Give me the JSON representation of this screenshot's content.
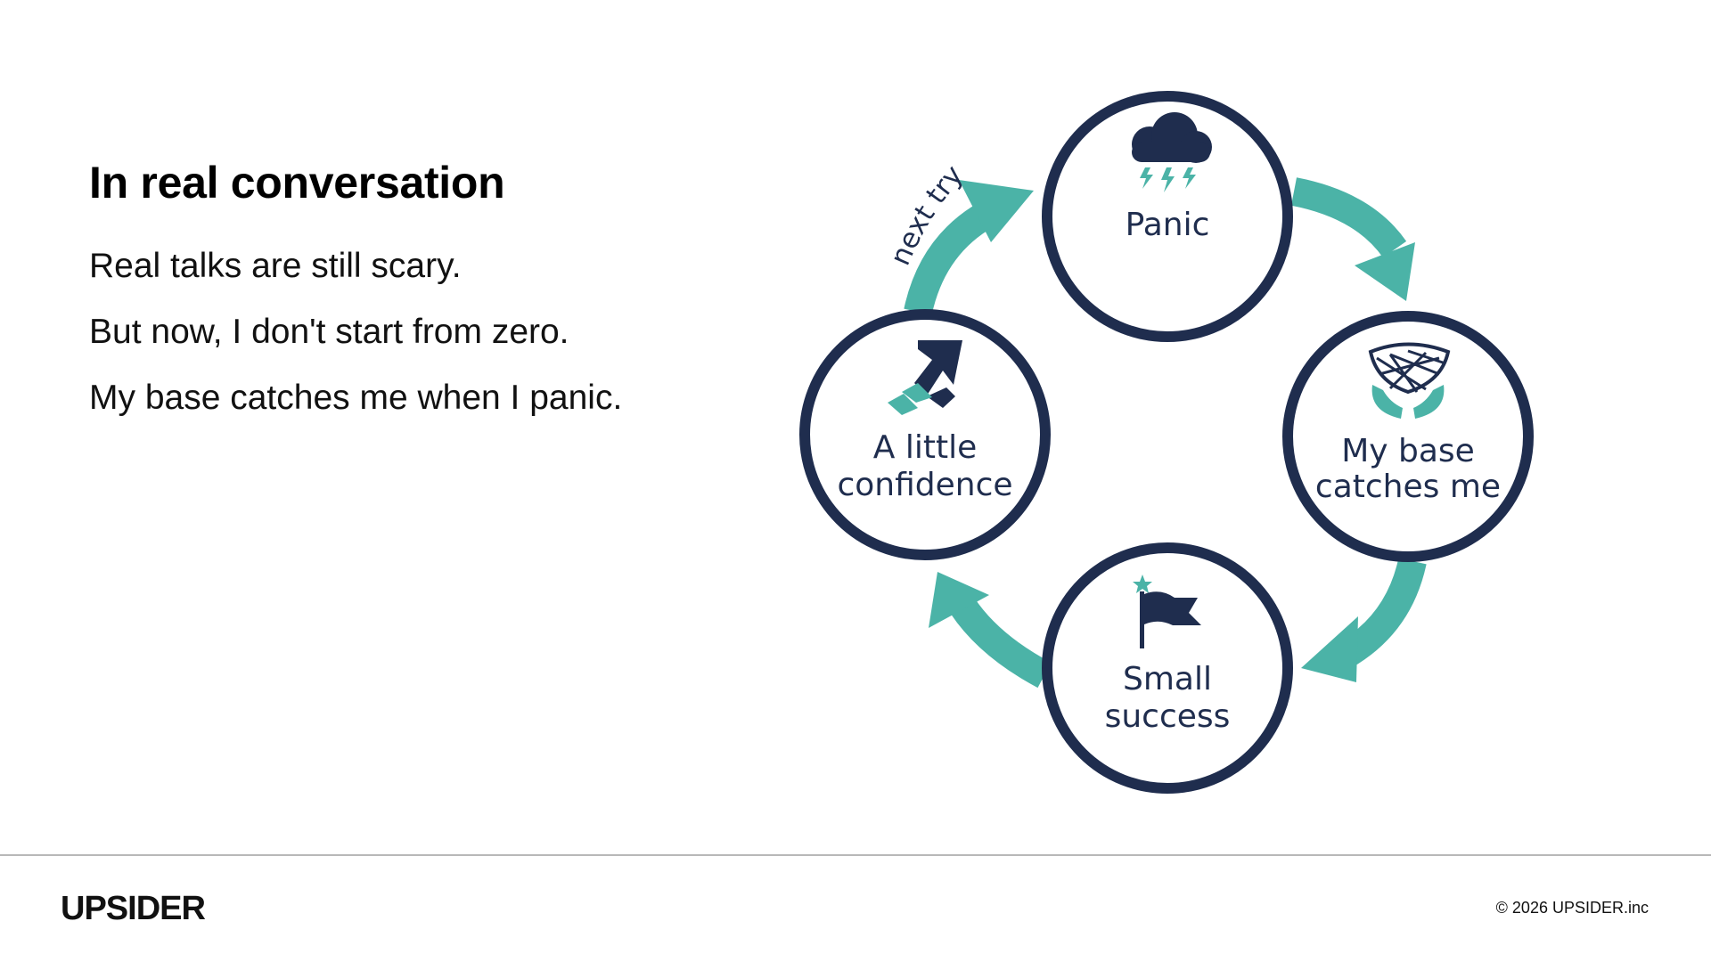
{
  "slide": {
    "title": "In real conversation",
    "lines": [
      "Real talks are still scary.",
      "But now, I don't start from zero.",
      "My base catches me when I panic."
    ]
  },
  "diagram": {
    "nodes": {
      "panic": {
        "label": "Panic",
        "icon": "storm-cloud-icon"
      },
      "base": {
        "label_line1": "My base",
        "label_line2": "catches me",
        "icon": "net-and-hands-icon"
      },
      "success": {
        "label_line1": "Small",
        "label_line2": "success",
        "icon": "flag-icon"
      },
      "confidence": {
        "label_line1": "A little",
        "label_line2": "confidence",
        "icon": "rising-arrow-icon"
      }
    },
    "arrow_label": "next try",
    "colors": {
      "navy": "#1f2d4e",
      "teal": "#4bb3a7"
    }
  },
  "footer": {
    "logo": "UPSIDER",
    "copyright": "© 2026 UPSIDER.inc"
  }
}
